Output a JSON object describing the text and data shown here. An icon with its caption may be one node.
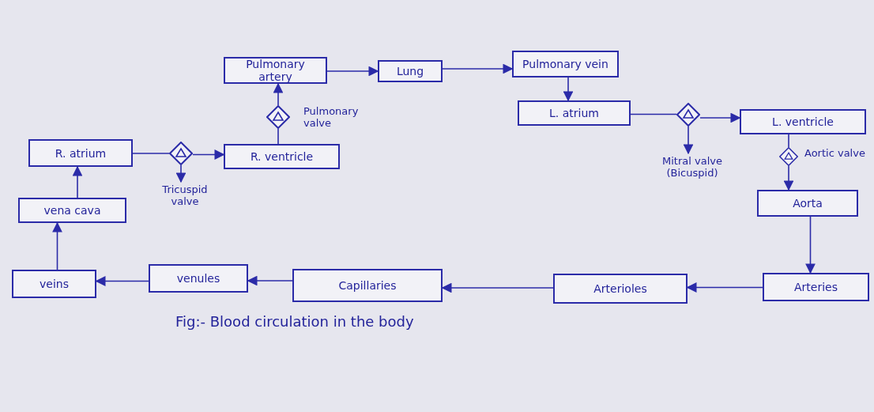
{
  "diagram": {
    "caption": "Fig:- Blood circulation in the body",
    "nodes": [
      {
        "text": [
          "Pulmonary artery"
        ]
      },
      {
        "text": [
          "Lung"
        ]
      },
      {
        "text": [
          "Pulmonary vein"
        ]
      },
      {
        "text": [],
        "shape": "diamond",
        "beside": [
          "Pulmonary valve"
        ]
      },
      {
        "text": [
          "L. atrium"
        ]
      },
      {
        "text": [],
        "shape": "diamond"
      },
      {
        "text": [
          "L. ventricle"
        ]
      },
      {
        "text": [
          "R. atrium"
        ]
      },
      {
        "text": [],
        "shape": "diamond"
      },
      {
        "text": [
          "R. ventricle"
        ]
      },
      {
        "text": [
          "Mitral valve (Bicuspid)"
        ]
      },
      {
        "text": [],
        "shape": "diamond",
        "beside": [
          "Aortic valve"
        ]
      },
      {
        "text": [
          "Tricuspid valve"
        ]
      },
      {
        "text": [
          "vena cava"
        ]
      },
      {
        "text": [
          "Aorta"
        ]
      },
      {
        "text": [
          "veins"
        ]
      },
      {
        "text": [
          "venules"
        ]
      },
      {
        "text": [
          "Capillaries"
        ]
      },
      {
        "text": [
          "Arterioles"
        ]
      },
      {
        "text": [
          "Arteries"
        ]
      }
    ],
    "edges": [
      {
        "from": 9,
        "to": 3,
        "arrow": "none"
      },
      {
        "from": 3,
        "to": 0,
        "arrow": "to"
      },
      {
        "from": 0,
        "to": 1,
        "arrow": "to"
      },
      {
        "from": 1,
        "to": 2,
        "arrow": "to"
      },
      {
        "from": 2,
        "to": 4,
        "arrow": "to"
      },
      {
        "from": 4,
        "to": 5,
        "arrow": "none"
      },
      {
        "from": 5,
        "to": 6,
        "arrow": "to"
      },
      {
        "from": 5,
        "to": 10,
        "arrow": "to"
      },
      {
        "from": 6,
        "to": 11,
        "arrow": "none"
      },
      {
        "from": 11,
        "to": 14,
        "arrow": "to"
      },
      {
        "from": 14,
        "to": 19,
        "arrow": "to"
      },
      {
        "from": 19,
        "to": 18,
        "arrow": "to"
      },
      {
        "from": 18,
        "to": 17,
        "arrow": "to"
      },
      {
        "from": 17,
        "to": 16,
        "arrow": "to"
      },
      {
        "from": 16,
        "to": 15,
        "arrow": "to"
      },
      {
        "from": 15,
        "to": 13,
        "arrow": "to"
      },
      {
        "from": 13,
        "to": 7,
        "arrow": "to"
      },
      {
        "from": 7,
        "to": 8,
        "arrow": "none"
      },
      {
        "from": 8,
        "to": 9,
        "arrow": "to"
      },
      {
        "from": 8,
        "to": 12,
        "arrow": "to"
      }
    ]
  }
}
